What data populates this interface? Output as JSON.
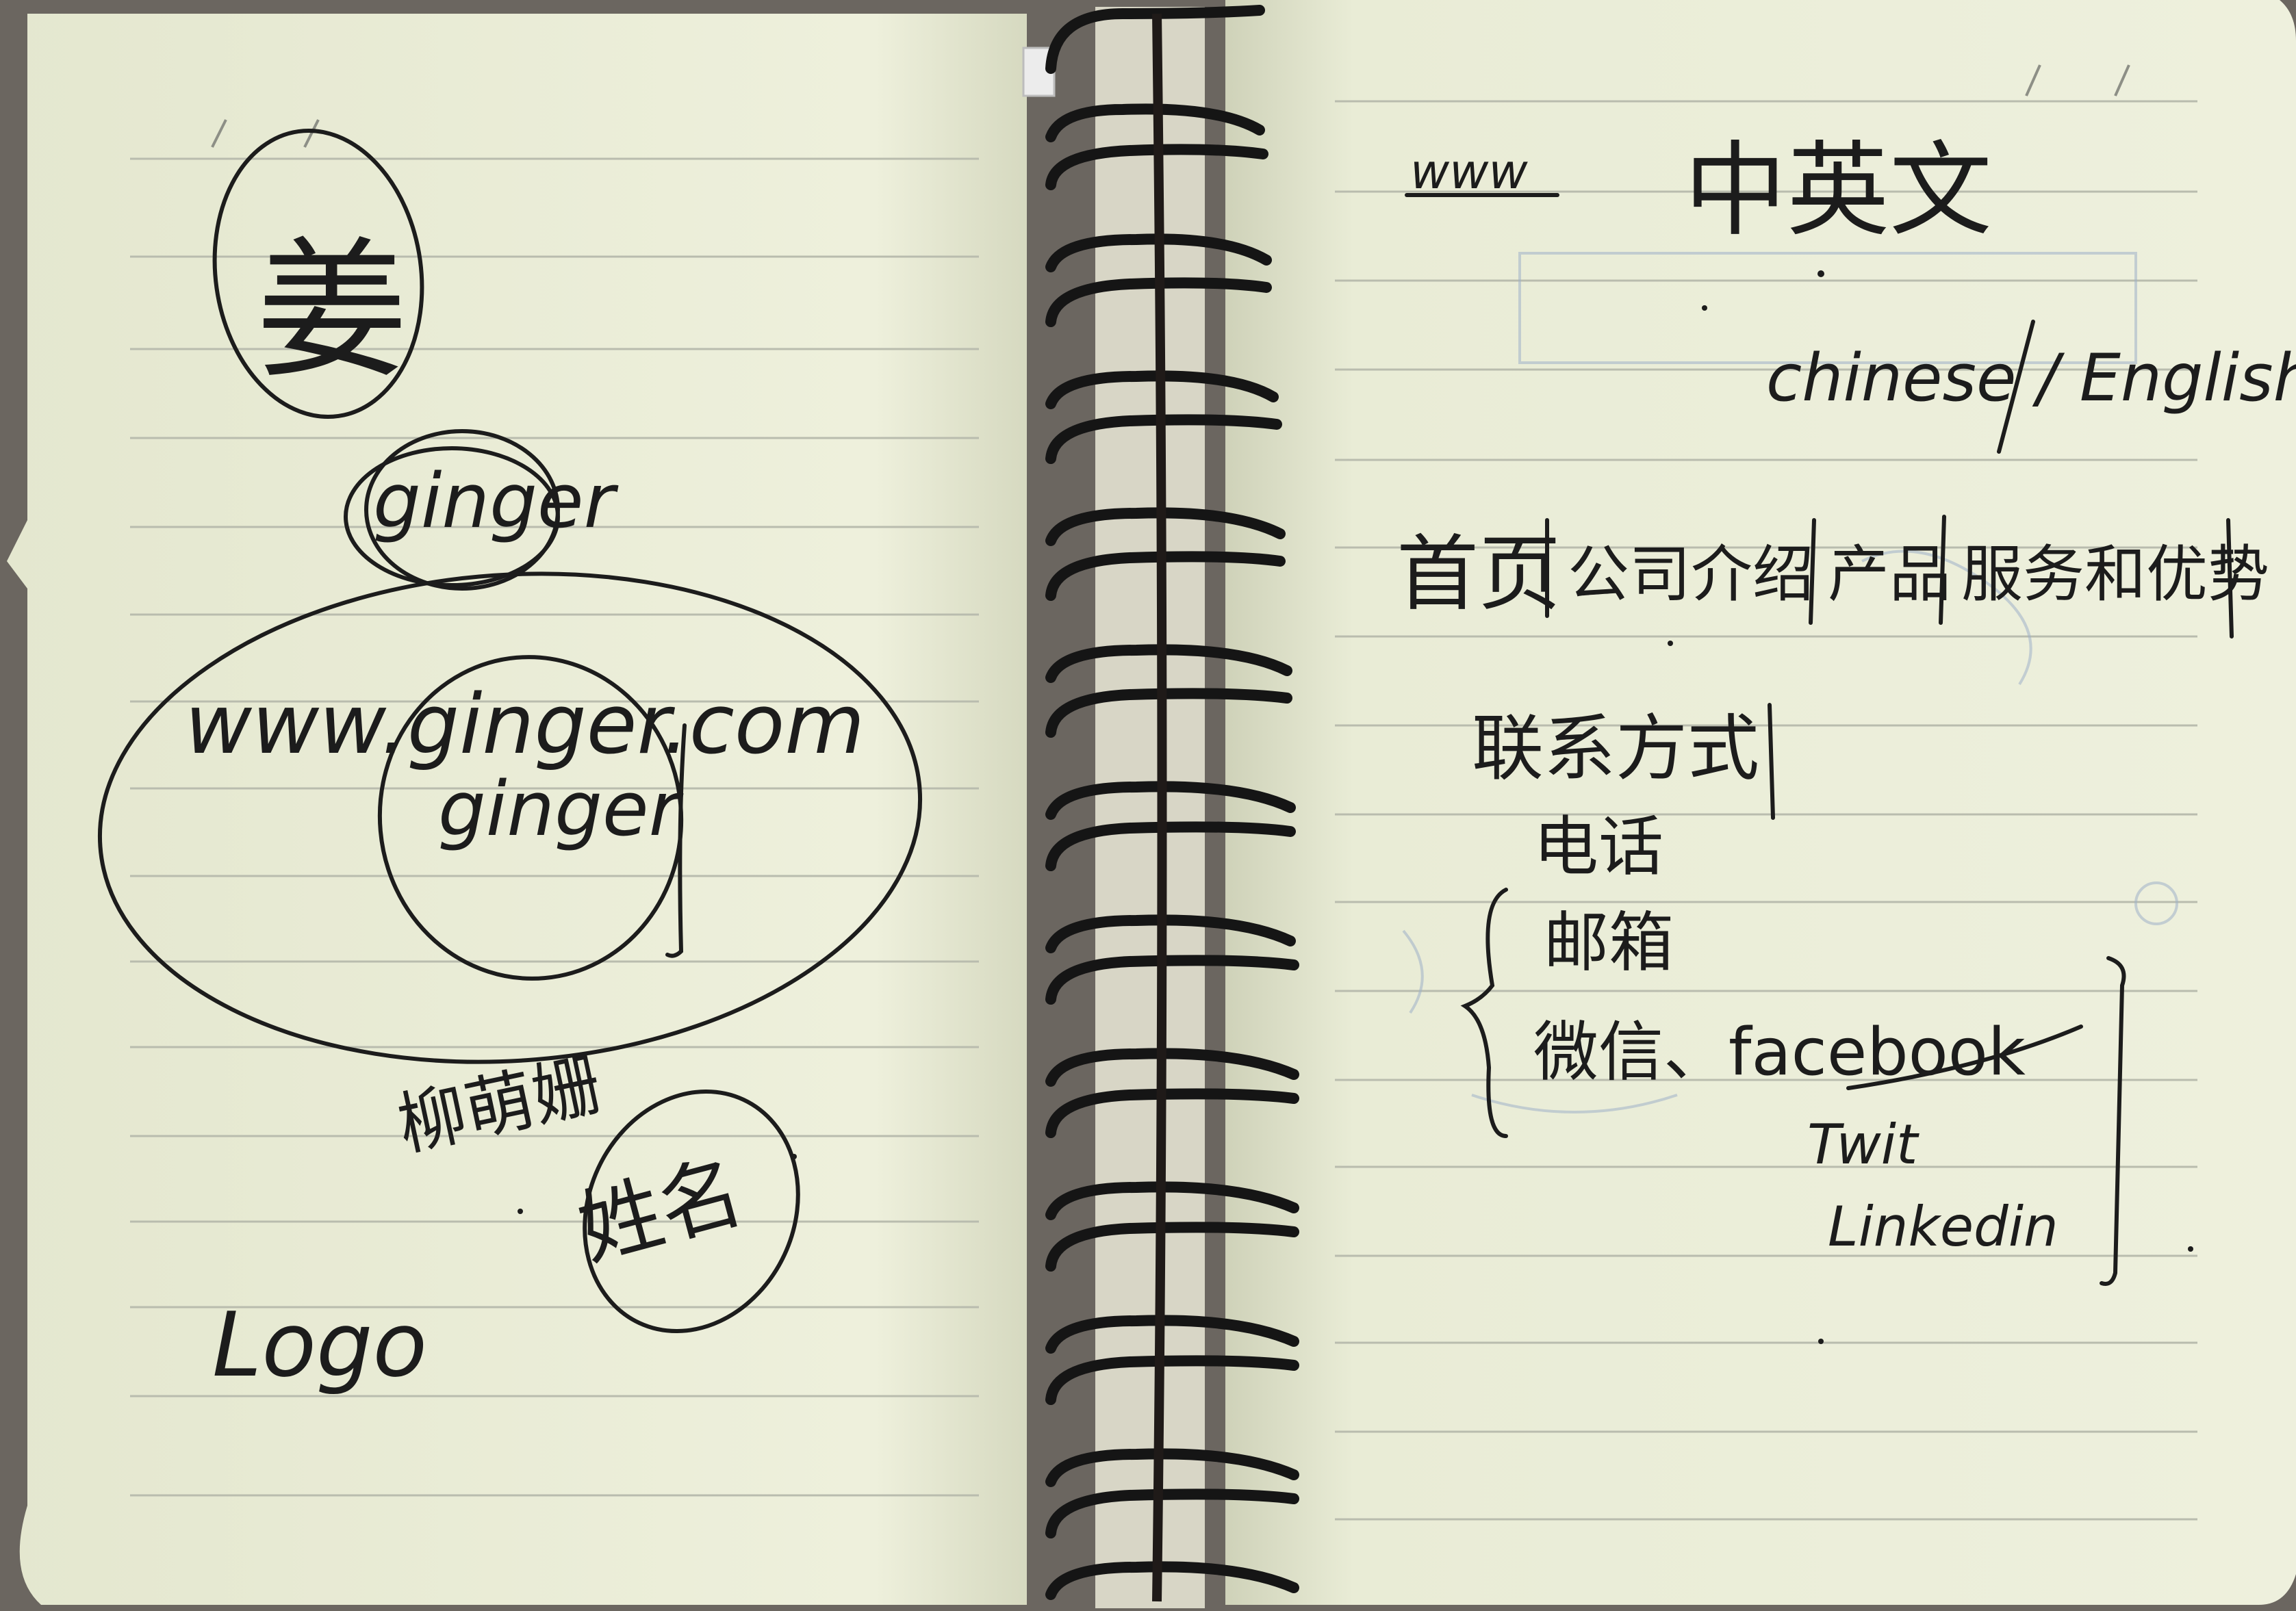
{
  "left_page": {
    "ginger_chinese_char": "姜",
    "ginger_circle_word": "ginger",
    "url_text": "www.ginger.com",
    "url_inner_word": "ginger",
    "name_text": "柳萌姗",
    "signature_text": "姓名",
    "logo_text": "Logo"
  },
  "right_page": {
    "top_mark": "www",
    "language_title": "中英文",
    "language_options": "chinese / English",
    "nav_menu": [
      "首页",
      "公司介绍",
      "产品",
      "服务和优势"
    ],
    "contact_title": "联系方式",
    "contact_items": [
      "电话",
      "邮箱",
      "微信、facebook",
      "Twit",
      "Linkedin"
    ]
  },
  "colors": {
    "paper": "#e9ecd6",
    "paper_shadow": "#d9dcc3",
    "rule_line": "#b9bcae",
    "ink": "#1c1c1c",
    "ghost_ink": "#9fb0c9",
    "ring": "#151515",
    "desk": "#6b6660"
  }
}
